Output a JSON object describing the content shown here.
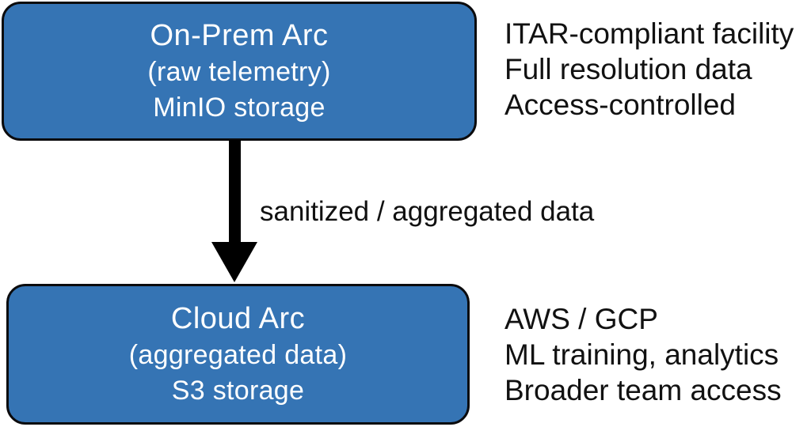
{
  "colors": {
    "background": "#ffffff",
    "node_fill": "#3574b4",
    "node_border": "#0b0b0d",
    "node_text": "#ffffff",
    "annotation_text": "#111111",
    "arrow": "#000000"
  },
  "diagram": {
    "nodes": [
      {
        "id": "on-prem-arc",
        "title": "On-Prem Arc",
        "subtitle1": "(raw telemetry)",
        "subtitle2": "MinIO storage",
        "annotations": [
          "ITAR-compliant facility",
          "Full resolution data",
          "Access-controlled"
        ]
      },
      {
        "id": "cloud-arc",
        "title": "Cloud Arc",
        "subtitle1": "(aggregated data)",
        "subtitle2": "S3 storage",
        "annotations": [
          "AWS / GCP",
          "ML training, analytics",
          "Broader team access"
        ]
      }
    ],
    "edge": {
      "from": "on-prem-arc",
      "to": "cloud-arc",
      "label": "sanitized / aggregated data"
    }
  }
}
